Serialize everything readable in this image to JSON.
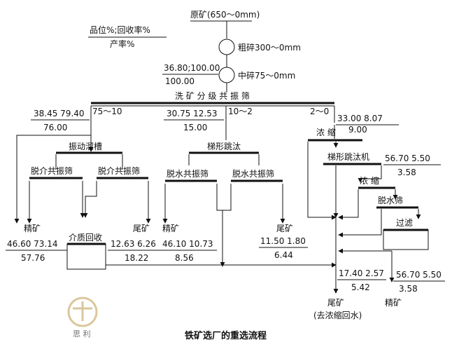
{
  "legend": {
    "line1": "品位%;回收率%",
    "line2": "产率%"
  },
  "feed": "原矿(650～0mm)",
  "coarse_crush": "粗碎300～0mm",
  "medium_crush": "中碎75～0mm",
  "feed_values": {
    "grade_recovery": "36.80;100.00",
    "yield": "100.00"
  },
  "classifying_screen": "洗 矿 分 级 共 振 筛",
  "fractions": {
    "f1": {
      "size": "75～10",
      "grade_recovery": "38.45  79.40",
      "yield": "76.00"
    },
    "f2": {
      "size": "10～2",
      "grade_recovery": "30.75   12.53",
      "yield": "15.00"
    },
    "f3": {
      "size": "2～0",
      "grade_recovery": "33.00   8.07",
      "yield": "9.00"
    }
  },
  "units": {
    "vibrating_sluice": "振动溜槽",
    "trapezoid_jig_1": "梯形跳汰",
    "thickening_1": "浓    缩",
    "trapezoid_jig_2": "梯形跳汰机",
    "thickening_2": "浓    缩",
    "dewatering_screen_3": "脱水筛",
    "filtration": "过滤",
    "demedium_screen_1": "脱介共振筛",
    "demedium_screen_2": "脱介共振筛",
    "dewatering_screen_1": "脱水共振筛",
    "dewatering_screen_2": "脱水共振筛",
    "medium_recovery": "介质回收"
  },
  "products": {
    "conc_a_label": "精矿",
    "conc_a_values": "46.60  73.14",
    "conc_a_yield": "57.76",
    "tail_a_label": "尾矿",
    "tail_a_values": "12.63     6.26",
    "tail_a_yield": "18.22",
    "conc_b_label": "精矿",
    "conc_b_values": "46.10    10.73",
    "conc_b_yield": "8.56",
    "tail_b_label": "尾矿",
    "tail_b_values": "11.50  1.80",
    "tail_b_yield": "6.44",
    "jig2_values": "56.70     5.50",
    "jig2_yield": "3.58",
    "tail_final_values": "17.40  2.57",
    "tail_final_yield": "5.42",
    "tail_final_label": "尾矿",
    "tail_final_note": "(去浓缩回水)",
    "conc_final_values": "56.70     5.50",
    "conc_final_yield": "3.58",
    "conc_final_label": "精矿"
  },
  "watermark": "思 利",
  "caption": "铁矿选厂的重选流程"
}
